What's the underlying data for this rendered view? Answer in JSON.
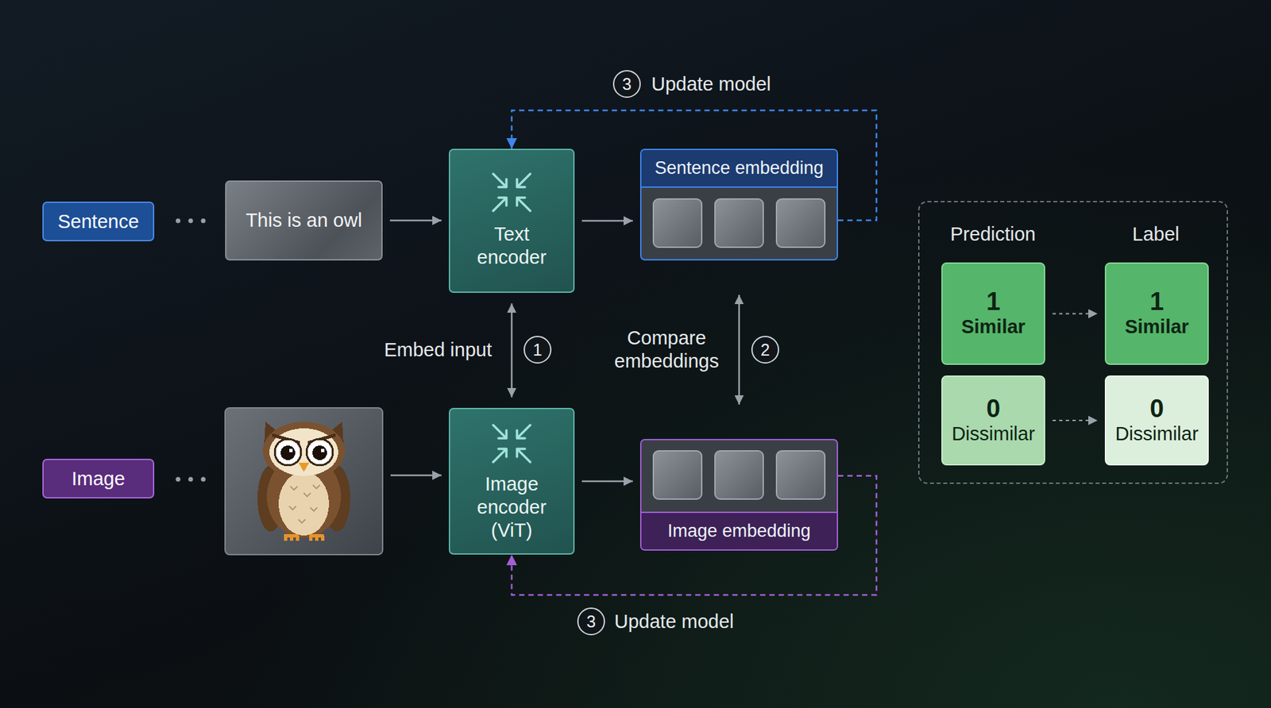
{
  "diagram": {
    "nodes": [
      {
        "text": [
          "Sentence"
        ]
      },
      {
        "text": [
          "This is an owl"
        ]
      },
      {
        "text": [
          "Text encoder"
        ]
      },
      {
        "text": [
          "Sentence embedding"
        ]
      },
      {
        "text": [
          "Prediction",
          "Label"
        ]
      },
      {
        "text": [
          "1",
          "Similar"
        ],
        "in": 4
      },
      {
        "text": [
          "1",
          "Similar"
        ],
        "in": 4
      },
      {
        "text": [
          "0",
          "Dissimilar"
        ],
        "in": 4
      },
      {
        "text": [
          "0",
          "Dissimilar"
        ],
        "in": 4
      },
      {
        "text": [
          "Image"
        ]
      },
      {
        "text": [
          "Image encoder (ViT)"
        ]
      },
      {
        "text": [
          "Image embedding"
        ]
      }
    ],
    "edges": [
      {
        "from": 1,
        "to": 2,
        "arrow": "to"
      },
      {
        "from": 2,
        "to": 3,
        "arrow": "to"
      },
      {
        "from": 3,
        "to": 2,
        "arrow": "to",
        "label": "Update model"
      },
      {
        "from": 2,
        "to": 10,
        "arrow": "both",
        "label": "Embed input"
      },
      {
        "from": 3,
        "to": 11,
        "arrow": "both",
        "label": "Compare embeddings"
      },
      {
        "from": 5,
        "to": 6,
        "arrow": "to"
      },
      {
        "from": 7,
        "to": 8,
        "arrow": "to"
      },
      {
        "from": 10,
        "to": 11,
        "arrow": "to"
      },
      {
        "from": 11,
        "to": 10,
        "arrow": "to",
        "label": "Update model"
      }
    ],
    "labels": [
      "3",
      "1",
      "2",
      "3"
    ]
  }
}
